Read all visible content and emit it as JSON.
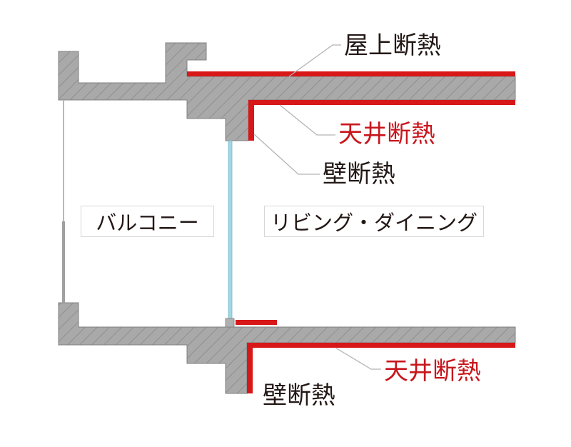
{
  "rooms": {
    "balcony": "バルコニー",
    "living_dining": "リビング・ダイニング"
  },
  "callouts": {
    "roof_insulation": "屋上断熱",
    "ceiling_insulation_upper": "天井断熱",
    "wall_insulation_upper": "壁断熱",
    "ceiling_insulation_lower": "天井断熱",
    "wall_insulation_lower": "壁断熱"
  },
  "colors": {
    "insulation": "#d71718",
    "concrete": "#a9a9a9",
    "concrete_hatch": "#7f7f7f",
    "outline": "#808080",
    "leader": "#b3b3b3",
    "glass": "#9fd7e3",
    "text_dark": "#231815",
    "text_red": "#c8161d"
  }
}
